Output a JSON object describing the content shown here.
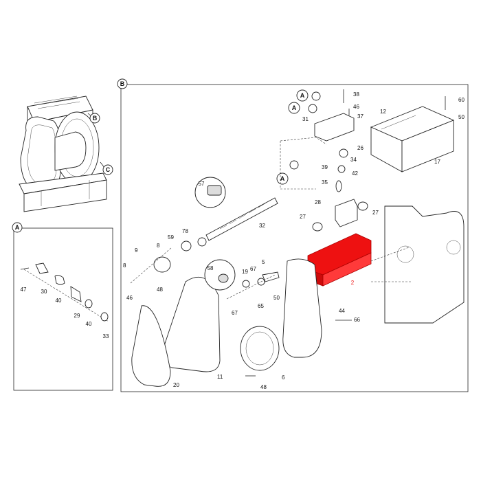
{
  "views": {
    "top_left_callouts": [
      "B",
      "C"
    ],
    "panel_a": {
      "letter": "A",
      "labels": [
        "47",
        "30",
        "40",
        "29",
        "40",
        "33"
      ]
    },
    "panel_b": {
      "letter": "B",
      "callouts": [
        "A",
        "A",
        "A",
        "57",
        "58"
      ],
      "labels": [
        "38",
        "46",
        "37",
        "31",
        "26",
        "34",
        "39",
        "42",
        "35",
        "28",
        "27",
        "27",
        "12",
        "60",
        "50",
        "17",
        "32",
        "78",
        "59",
        "8",
        "9",
        "8",
        "46",
        "48",
        "19",
        "67",
        "5",
        "50",
        "65",
        "67",
        "44",
        "66",
        "20",
        "11",
        "6",
        "48"
      ],
      "highlight_label": "2"
    }
  },
  "colors": {
    "highlight": "#ee1111",
    "line": "#222222"
  }
}
